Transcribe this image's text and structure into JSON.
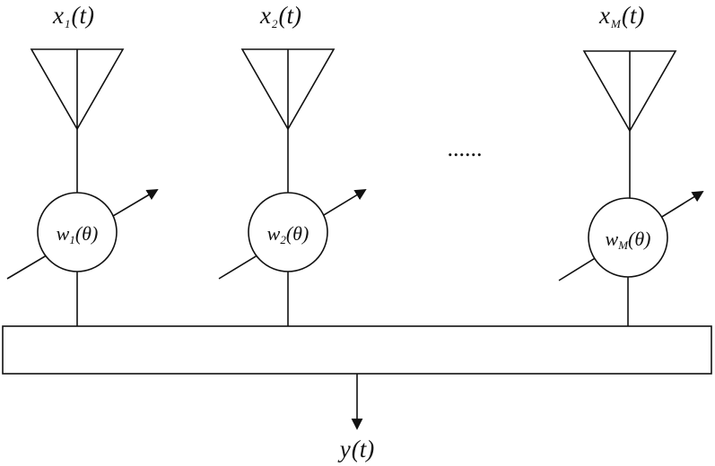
{
  "elements": [
    {
      "input_label": {
        "var": "x",
        "sub": "1",
        "arg": "(t)"
      },
      "weight_label": {
        "var": "w",
        "sub": "1",
        "arg": "(θ)"
      }
    },
    {
      "input_label": {
        "var": "x",
        "sub": "2",
        "arg": "(t)"
      },
      "weight_label": {
        "var": "w",
        "sub": "2",
        "arg": "(θ)"
      }
    },
    {
      "input_label": {
        "var": "x",
        "sub": "M",
        "arg": "(t)"
      },
      "weight_label": {
        "var": "w",
        "sub": "M",
        "arg": "(θ)"
      }
    }
  ],
  "ellipsis": "......",
  "output_label": {
    "var": "y",
    "arg": "(t)"
  }
}
